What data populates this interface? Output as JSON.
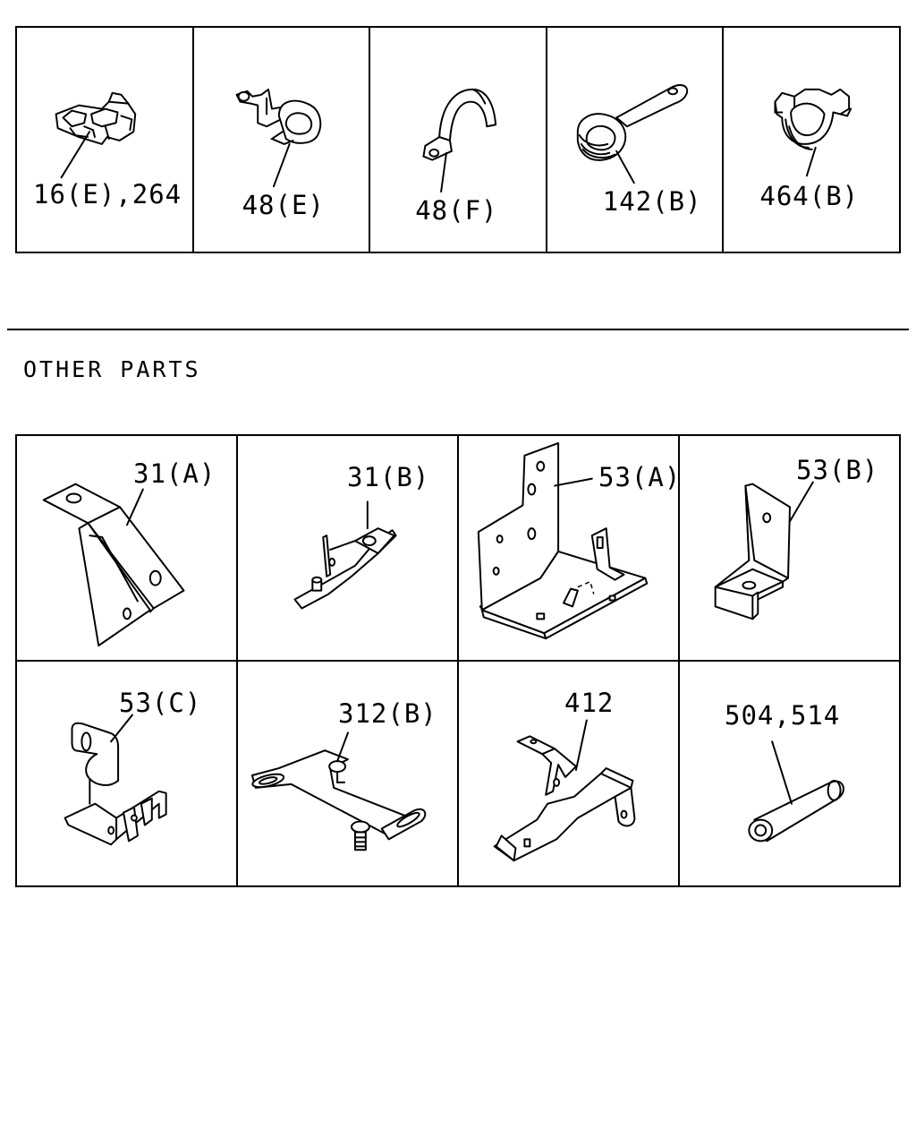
{
  "fastener_parts": [
    {
      "label": "16(E),264",
      "icon": "plastic-clip-icon"
    },
    {
      "label": "48(E)",
      "icon": "p-clamp-icon"
    },
    {
      "label": "48(F)",
      "icon": "u-clamp-icon"
    },
    {
      "label": "142(B)",
      "icon": "cushion-clamp-icon"
    },
    {
      "label": "464(B)",
      "icon": "harness-clip-icon"
    }
  ],
  "section": {
    "title": "OTHER PARTS"
  },
  "other_parts": [
    {
      "label": "31(A)",
      "icon": "angle-bracket-icon"
    },
    {
      "label": "31(B)",
      "icon": "stud-bracket-icon"
    },
    {
      "label": "53(A)",
      "icon": "mounting-plate-icon"
    },
    {
      "label": "53(B)",
      "icon": "l-bracket-icon"
    },
    {
      "label": "53(C)",
      "icon": "formed-bracket-icon"
    },
    {
      "label": "312(B)",
      "icon": "stay-plate-icon"
    },
    {
      "label": "412",
      "icon": "support-bracket-icon"
    },
    {
      "label": "504,514",
      "icon": "sleeve-tube-icon"
    }
  ]
}
